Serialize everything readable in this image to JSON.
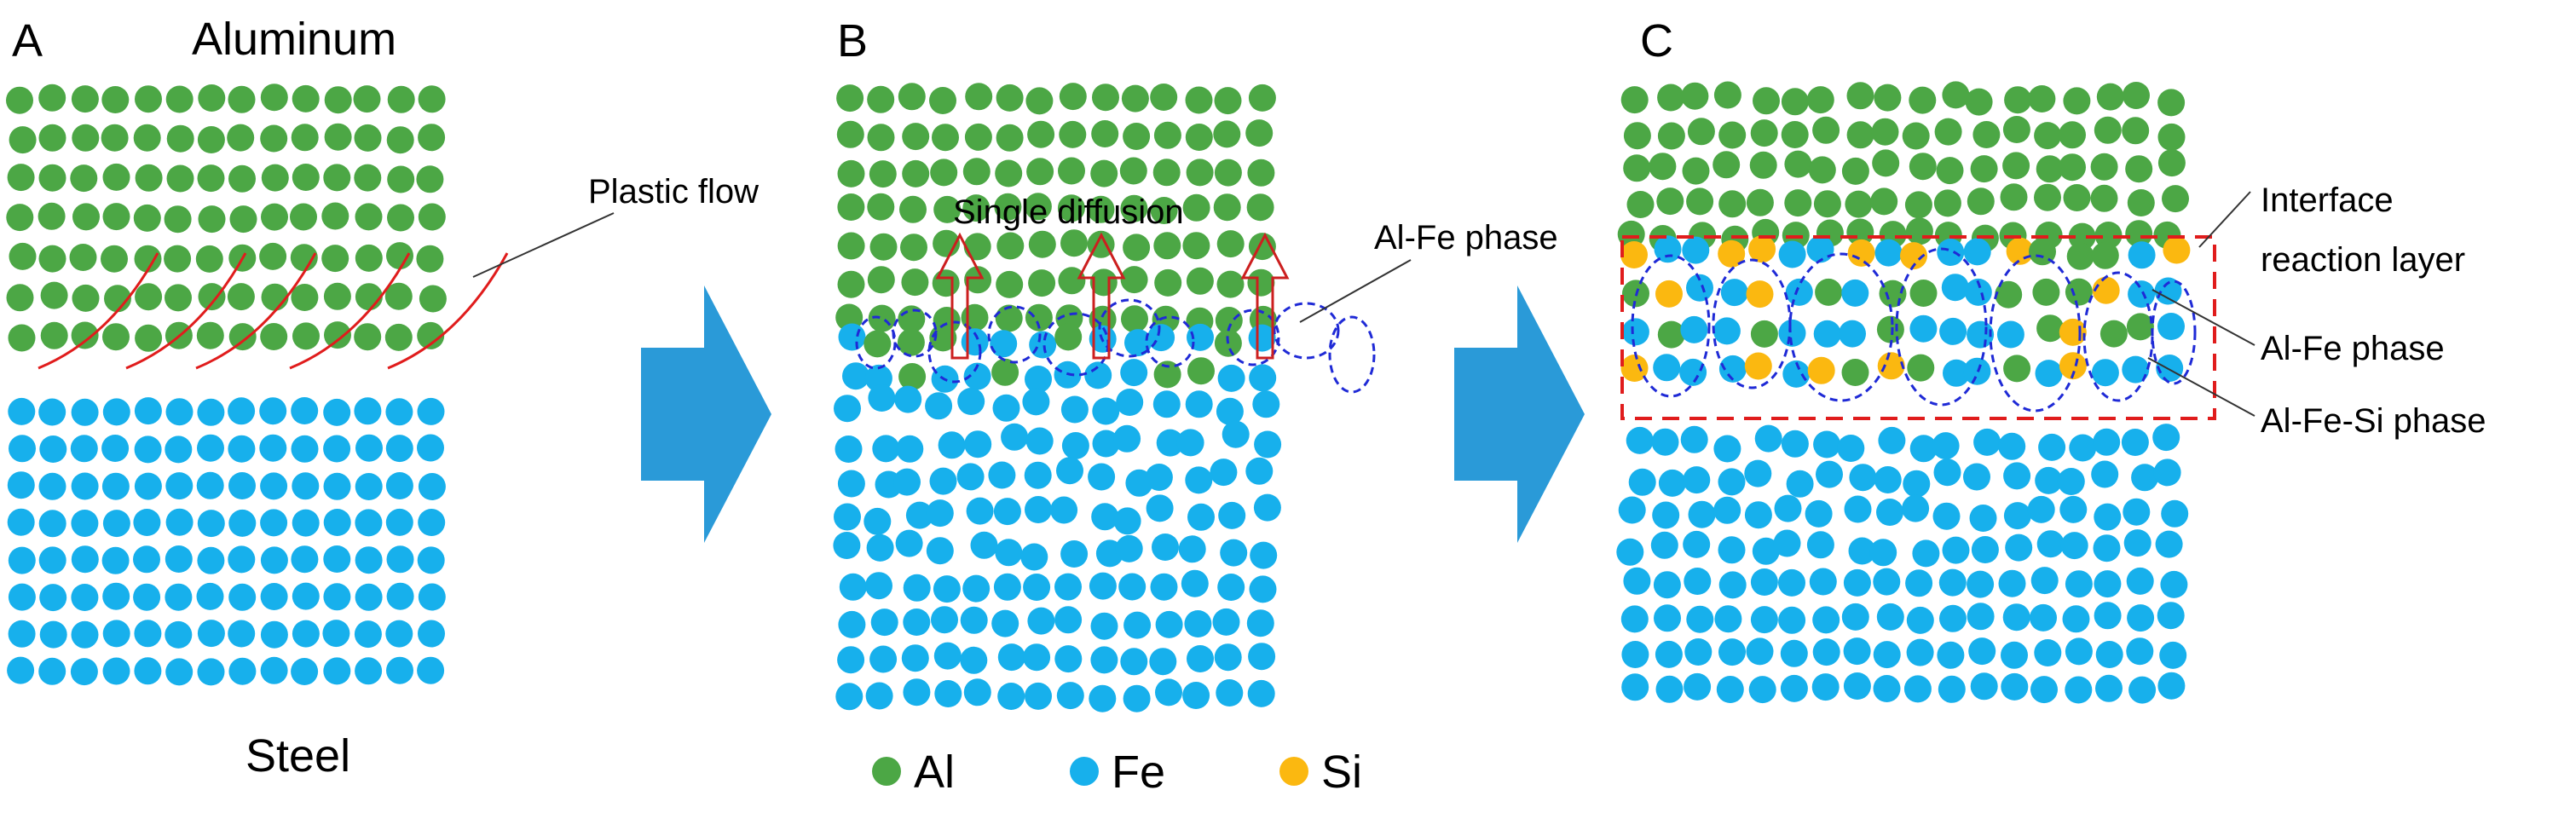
{
  "panels": [
    {
      "letter": "A",
      "top_label": "Aluminum",
      "bottom_label": "Steel"
    },
    {
      "letter": "B"
    },
    {
      "letter": "C"
    }
  ],
  "annotations": {
    "plastic_flow": "Plastic flow",
    "single_diffusion": "Single diffusion",
    "al_fe_phase_b": "Al-Fe phase",
    "interface_line1": "Interface",
    "interface_line2": "reaction layer",
    "al_fe_phase_c": "Al-Fe phase",
    "al_fe_si_phase": "Al-Fe-Si phase"
  },
  "legend": [
    {
      "label": "Al",
      "color": "#4ca745"
    },
    {
      "label": "Fe",
      "color": "#17b0ec"
    },
    {
      "label": "Si",
      "color": "#fbb810"
    }
  ],
  "colors": {
    "aluminum": "#4ca745",
    "iron": "#17b0ec",
    "silicon": "#fbb810",
    "process_arrow": "#2a9ad8",
    "phase_outline": "#1f2ad6",
    "diffusion_arrow": "#cc1f1f",
    "flow_line": "#e01c1c",
    "reaction_box": "#e01c1c"
  }
}
